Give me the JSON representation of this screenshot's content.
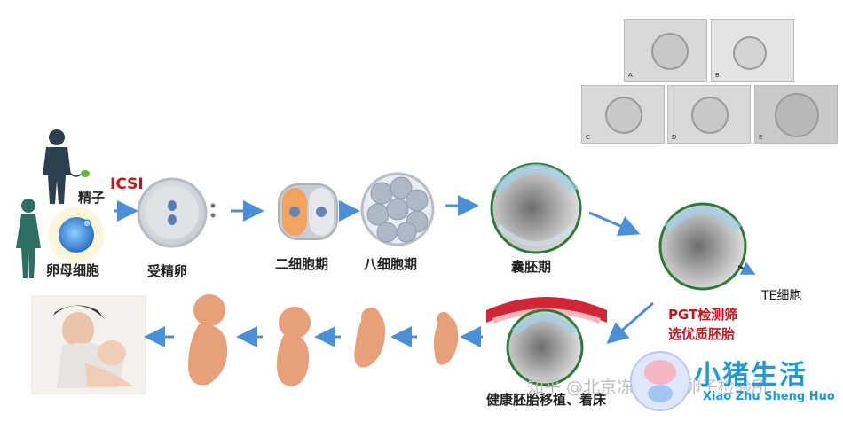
{
  "labels": {
    "sperm": "精子",
    "icsi": "ICSI",
    "oocyte": "卵母细胞",
    "zygote": "受精卵",
    "two_cell": "二细胞期",
    "eight_cell": "八细胞期",
    "blastocyst": "囊胚期",
    "te_cell": "TE细胞",
    "pgt_line1": "PGT检测筛",
    "pgt_line2": "选优质胚胎",
    "transfer": "健康胚胎移植、着床"
  },
  "watermark": {
    "zhihu": "知乎 @北京冻卵冷冻卵子检验所"
  },
  "brand": {
    "name": "小猪生活",
    "pinyin": "Xiao Zhu Sheng Huo"
  },
  "micro_tags": [
    "A",
    "B",
    "C",
    "D",
    "E"
  ],
  "colors": {
    "arrow": "#4a90d9",
    "red_text": "#c0161c",
    "brand_blue": "#1f9ad6",
    "oocyte_blue": "#3f86d6",
    "halo_yellow": "#f3e7a3",
    "embryo_gray": "#c9cdd3",
    "figure_dark": "#2e3f4f",
    "figure_green": "#2e6f63",
    "fetus_skin": "#e8a07a",
    "uterus_red": "#d02635"
  }
}
